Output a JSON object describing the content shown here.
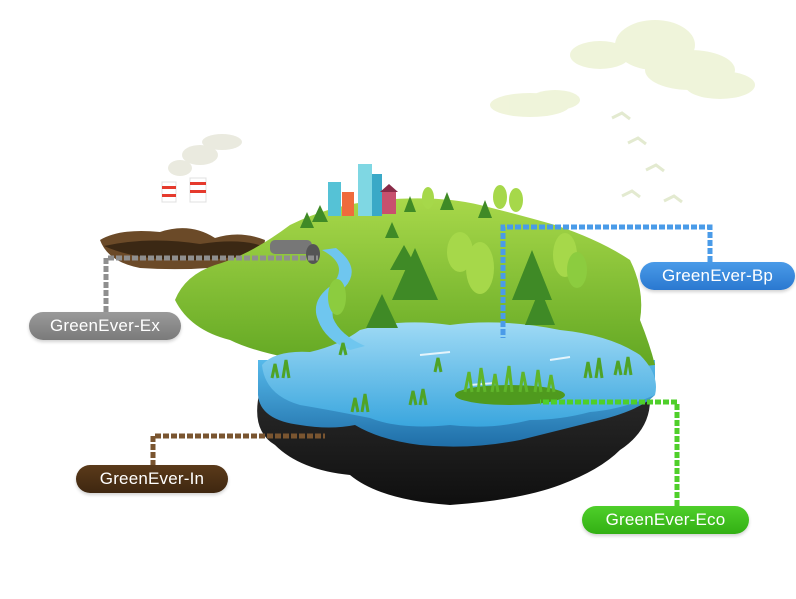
{
  "labels": {
    "ex": "GreenEver-Ex",
    "bp": "GreenEver-Bp",
    "in": "GreenEver-In",
    "eco": "GreenEver-Eco"
  },
  "colors": {
    "ex": "#888888",
    "bp": "#3a8ae0",
    "in": "#4a2f14",
    "eco": "#3fc01e",
    "water": "#5bbce8",
    "grass": "#6fb52a",
    "soil": "#1e1e1e"
  }
}
